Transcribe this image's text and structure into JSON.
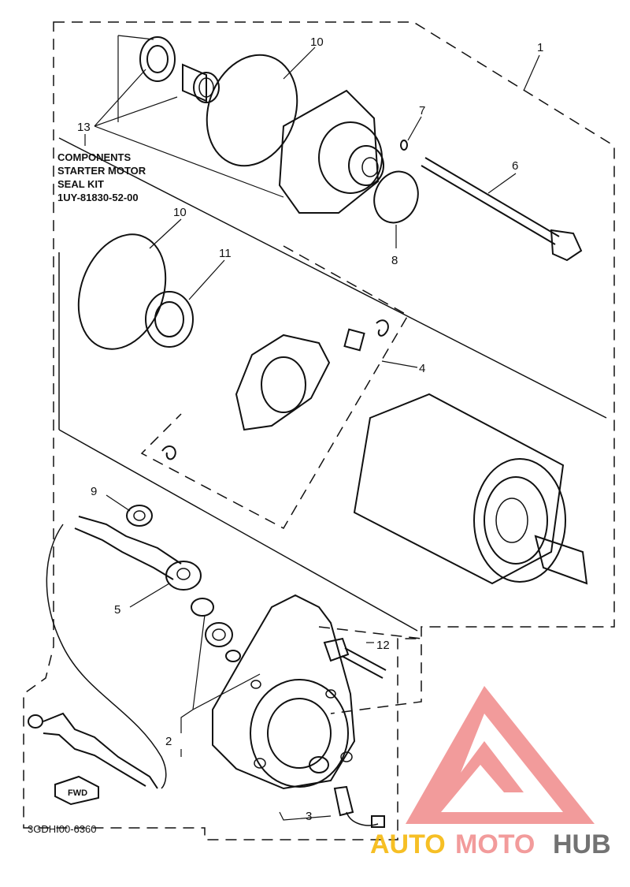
{
  "diagram": {
    "callouts": [
      "1",
      "2",
      "3",
      "4",
      "5",
      "6",
      "7",
      "8",
      "9",
      "10",
      "10",
      "11",
      "12",
      "13"
    ],
    "kit_note": [
      "COMPONENTS",
      "STARTER MOTOR",
      "SEAL KIT",
      "1UY-81830-52-00"
    ],
    "drawing_code": "3GDHI00-6360",
    "fwd_label": "FWD"
  },
  "watermark": {
    "word_a": "AUTO",
    "word_b": "MOTO",
    "word_c": "HUB",
    "colors": {
      "a": "#f5b400",
      "b": "#f08a8a",
      "c": "#5a5a5a",
      "logo": "#f08a8a"
    }
  }
}
